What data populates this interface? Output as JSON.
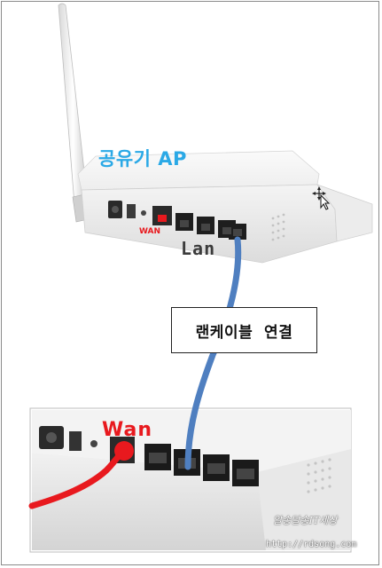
{
  "labels": {
    "ap": "공유기 AP",
    "wan_small": "WAN",
    "lan": "Lan",
    "callout": "랜케이블  연결",
    "wan_big": "Wan"
  },
  "watermark": {
    "title": "알송달송IT세상",
    "url": "http://rdsong.com"
  },
  "colors": {
    "label_blue": "#2ba9e6",
    "wan_red": "#e8191e",
    "lan_cable": "#4f7fc0"
  }
}
